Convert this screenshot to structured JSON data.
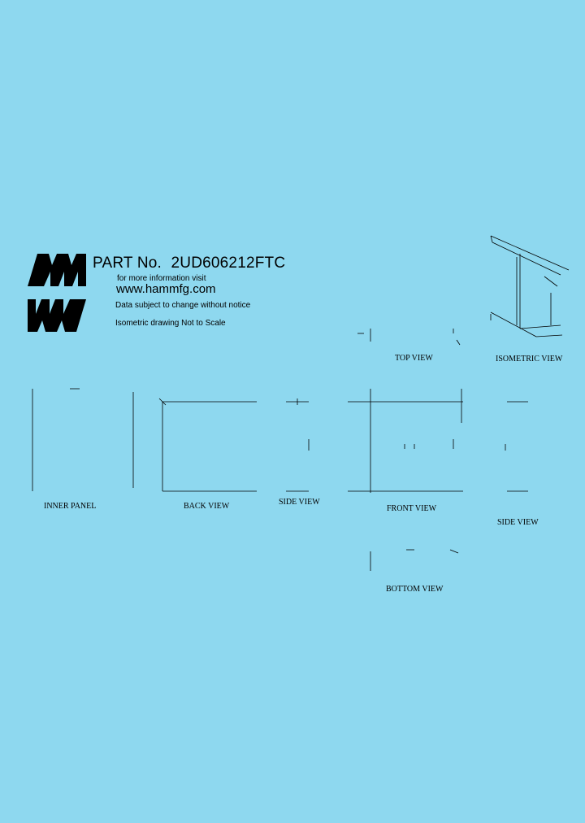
{
  "header": {
    "part_label": "PART No.",
    "part_number": "2UD606212FTC",
    "info_text": "for more information visit",
    "website": "www.hammfg.com",
    "notice": "Data subject to change without notice",
    "scale_note": "Isometric drawing Not to Scale"
  },
  "logo": {
    "icon": "hammond-logo-icon",
    "color": "#000000"
  },
  "views": {
    "top": "TOP VIEW",
    "isometric": "ISOMETRIC VIEW",
    "inner_panel": "INNER PANEL",
    "back": "BACK VIEW",
    "side_left": "SIDE VIEW",
    "front": "FRONT VIEW",
    "side_right": "SIDE VIEW",
    "bottom": "BOTTOM VIEW"
  },
  "colors": {
    "background": "#8ed8ef",
    "ink": "#000000"
  }
}
